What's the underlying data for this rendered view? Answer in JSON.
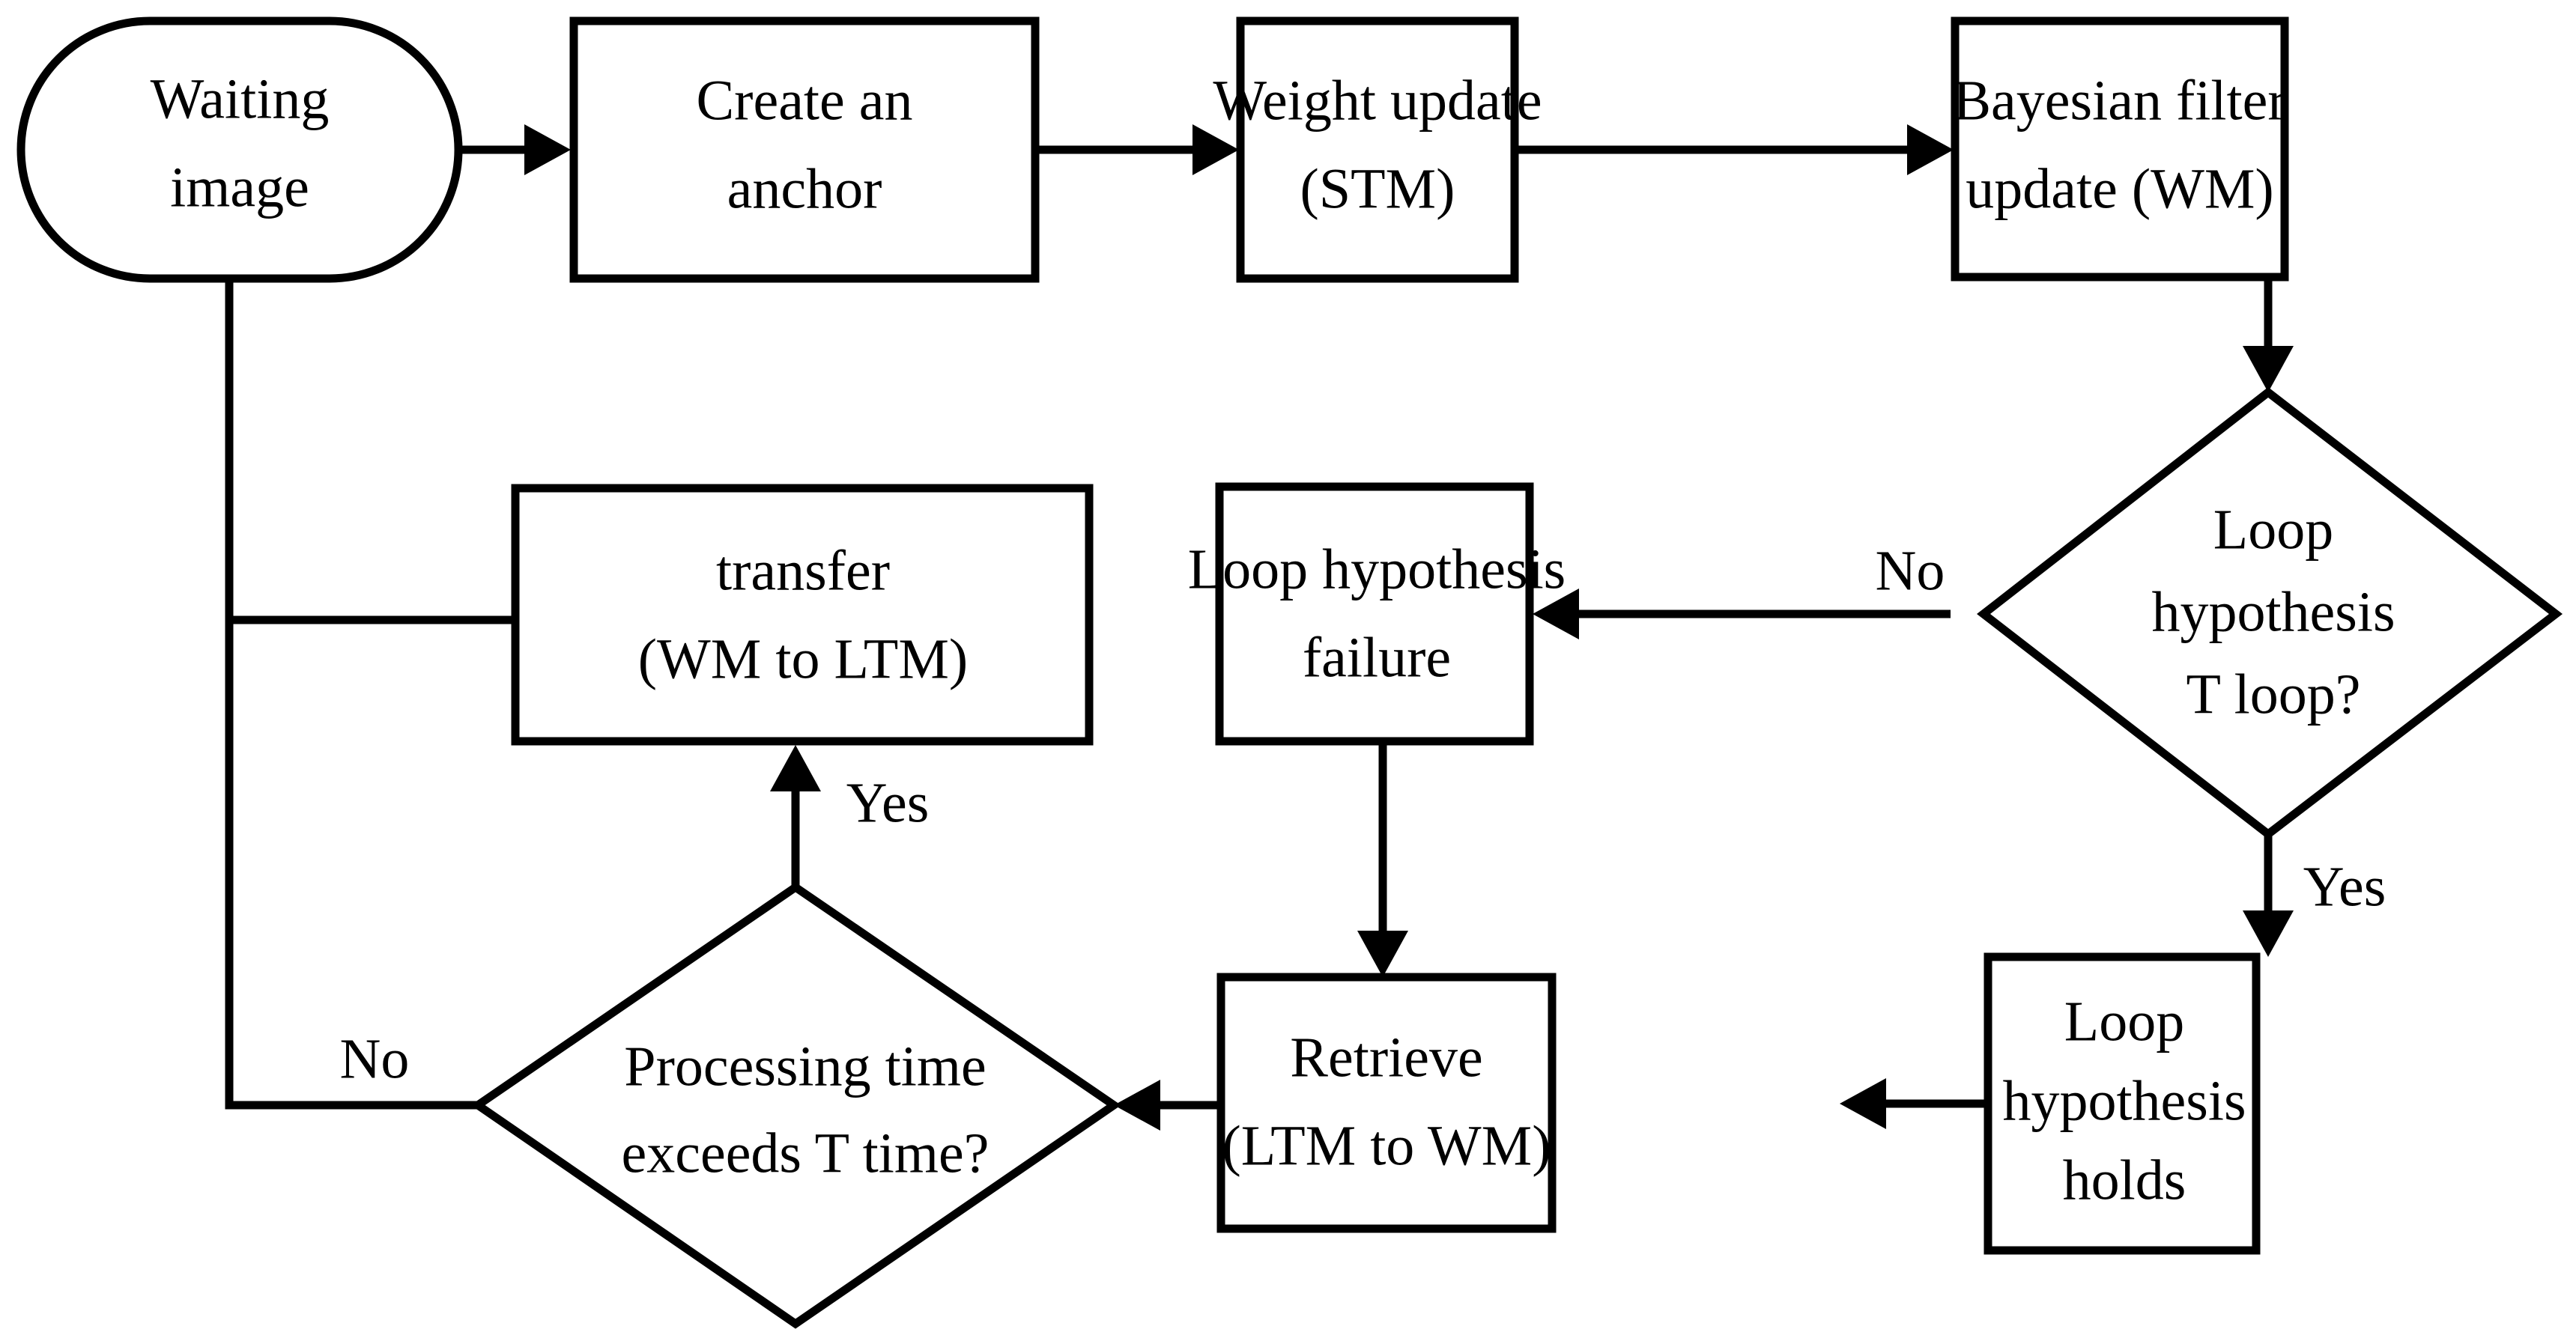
{
  "diagram": {
    "type": "flowchart",
    "title": "Image processing memory flow",
    "background_color": "#ffffff",
    "line_color": "#000000",
    "text_color": "#000000",
    "nodes": [
      {
        "id": "waiting-image",
        "shape": "rounded-terminal",
        "lines": [
          "Waiting",
          "image"
        ],
        "line1": "Waiting",
        "line2": "image"
      },
      {
        "id": "create-anchor",
        "shape": "rectangle",
        "lines": [
          "Create an",
          "anchor"
        ],
        "line1": "Create an",
        "line2": "anchor"
      },
      {
        "id": "weight-update",
        "shape": "rectangle",
        "lines": [
          "Weight update",
          "(STM)"
        ],
        "line1": "Weight update",
        "line2": "(STM)"
      },
      {
        "id": "bayesian-filter-update",
        "shape": "rectangle",
        "lines": [
          "Bayesian filter",
          "update (WM)"
        ],
        "line1": "Bayesian filter",
        "line2": "update (WM)"
      },
      {
        "id": "loop-hypothesis-t-loop",
        "shape": "diamond",
        "lines": [
          "Loop",
          "hypothesis",
          "T loop?"
        ],
        "line1": "Loop",
        "line2": "hypothesis",
        "line3": "T loop?"
      },
      {
        "id": "loop-hypothesis-failure",
        "shape": "rectangle",
        "lines": [
          "Loop hypothesis",
          "failure"
        ],
        "line1": "Loop hypothesis",
        "line2": "failure"
      },
      {
        "id": "loop-hypothesis-holds",
        "shape": "rectangle",
        "lines": [
          "Loop",
          "hypothesis",
          "holds"
        ],
        "line1": "Loop",
        "line2": "hypothesis",
        "line3": "holds"
      },
      {
        "id": "transfer-wm-ltm",
        "shape": "rectangle",
        "lines": [
          "transfer",
          "(WM to LTM)"
        ],
        "line1": "transfer",
        "line2": "(WM to LTM)"
      },
      {
        "id": "retrieve-ltm-wm",
        "shape": "rectangle",
        "lines": [
          "Retrieve",
          "(LTM to WM)"
        ],
        "line1": "Retrieve",
        "line2": "(LTM to WM)"
      },
      {
        "id": "processing-time-exceeds",
        "shape": "diamond",
        "lines": [
          "Processing time",
          "exceeds T time?"
        ],
        "line1": "Processing time",
        "line2": "exceeds T time?"
      }
    ],
    "edge_labels": {
      "loop_no": "No",
      "loop_yes": "Yes",
      "time_yes": "Yes",
      "time_no": "No"
    },
    "edges": [
      {
        "from": "waiting-image",
        "to": "create-anchor",
        "label": ""
      },
      {
        "from": "create-anchor",
        "to": "weight-update",
        "label": ""
      },
      {
        "from": "weight-update",
        "to": "bayesian-filter-update",
        "label": ""
      },
      {
        "from": "bayesian-filter-update",
        "to": "loop-hypothesis-t-loop",
        "label": ""
      },
      {
        "from": "loop-hypothesis-t-loop",
        "to": "loop-hypothesis-failure",
        "label": "No"
      },
      {
        "from": "loop-hypothesis-t-loop",
        "to": "loop-hypothesis-holds",
        "label": "Yes"
      },
      {
        "from": "loop-hypothesis-failure",
        "to": "retrieve-ltm-wm",
        "label": ""
      },
      {
        "from": "loop-hypothesis-holds",
        "to": "retrieve-ltm-wm",
        "label": ""
      },
      {
        "from": "retrieve-ltm-wm",
        "to": "processing-time-exceeds",
        "label": ""
      },
      {
        "from": "processing-time-exceeds",
        "to": "transfer-wm-ltm",
        "label": "Yes"
      },
      {
        "from": "processing-time-exceeds",
        "to": "waiting-image",
        "label": "No"
      },
      {
        "from": "transfer-wm-ltm",
        "to": "waiting-image",
        "label": ""
      }
    ]
  }
}
